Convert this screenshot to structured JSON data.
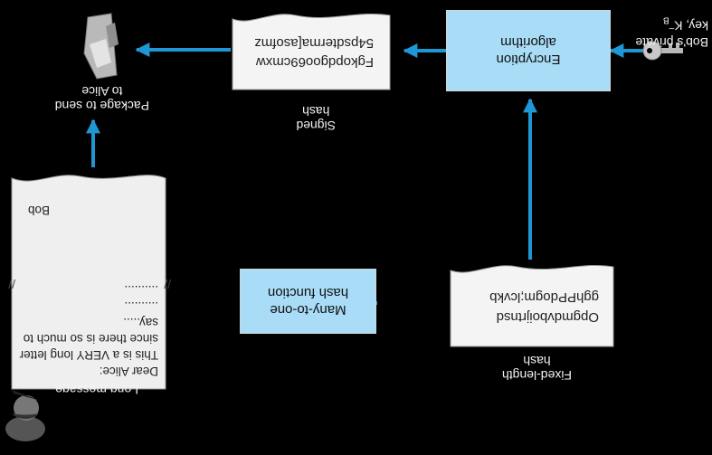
{
  "long_message": {
    "caption": "Long message",
    "lines": [
      "Dear Alice:",
      "This is a VERY long letter",
      "since there is so much to",
      "say.....",
      "..........",
      "..........",
      "Bob"
    ]
  },
  "hash_function": {
    "line1": "Many-to-one",
    "line2": "hash function"
  },
  "fixed_hash": {
    "caption_line1": "Fixed-length",
    "caption_line2": "hash",
    "line1": "Opgmdvboijrtnsd",
    "line2": "gghPPdogm;lcvkb"
  },
  "encryption": {
    "line1": "Encryption",
    "line2": "algorithm"
  },
  "private_key": {
    "line1": "Bob's private",
    "line2": "key, K",
    "subscript": "B",
    "superscript": "–"
  },
  "signed_hash": {
    "caption_line1": "Signed",
    "caption_line2": "hash",
    "line1": "Fgkopdgoo69cmxw",
    "line2": "54psdterma[asofmz"
  },
  "package": {
    "line1": "Package to send",
    "line2": "to Alice"
  },
  "colors": {
    "arrow": "#1f97d4",
    "box": "#a9dcf6",
    "background": "#000000"
  }
}
